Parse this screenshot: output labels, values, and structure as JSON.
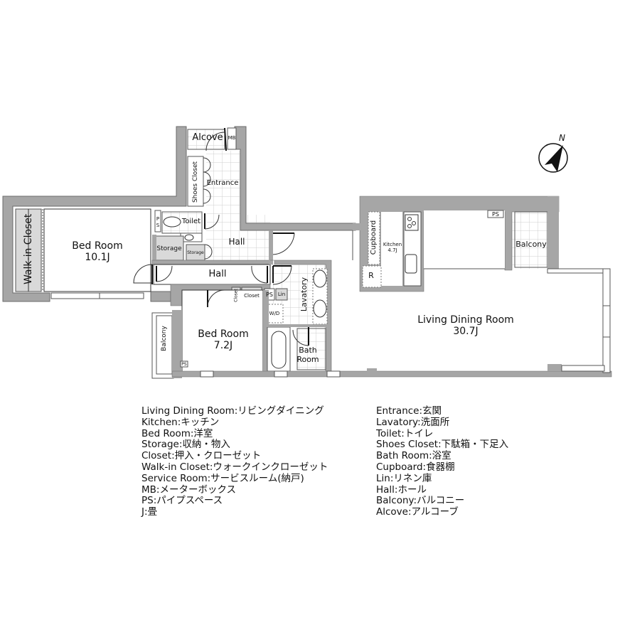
{
  "floor_plan": {
    "rooms": {
      "walk_in_closet": "Walk-in Closet",
      "bed_room_1": {
        "name": "Bed Room",
        "size": "10.1J"
      },
      "alcove": "Alcove",
      "mb": "MB",
      "shoes_closet": "Shoes Closet",
      "entrance": "Entrance",
      "ps_small": "P\nS",
      "toilet": "Toilet",
      "storage": "Storage",
      "storage_small": "Storage",
      "hall_upper": "Hall",
      "hall_lower": "Hall",
      "closet_small": "Closet",
      "closet": "Closet",
      "ps_lav": "PS",
      "lin": "Lin",
      "wd": "W/D",
      "lavatory": "Lavatory",
      "bed_room_2": {
        "name": "Bed Room",
        "size": "7.2J"
      },
      "balcony_left": "Balcony",
      "ps_balcony": "PS",
      "bath_room": "Bath\nRoom",
      "cupboard": "Cupboard",
      "kitchen": {
        "name": "Kitchen",
        "size": "4.7J"
      },
      "refrigerator": "R",
      "ps_right": "PS",
      "balcony_right": "Balcony",
      "living_dining": {
        "name": "Living Dining Room",
        "size": "30.7J"
      }
    },
    "compass": {
      "label": "N",
      "icon": "north-arrow-icon"
    },
    "colors": {
      "wall": "#a6a6a6",
      "wall_outline": "#6b6b6b",
      "closet_fill": "#d9d9d9",
      "tile_grid": "#cfcfcf",
      "ink": "#111111"
    }
  },
  "legend": {
    "left": [
      "Living Dining Room:リビングダイニング",
      "Kitchen:キッチン",
      "Bed Room:洋室",
      "Storage:収納・物入",
      "Closet:押入・クローゼット",
      "Walk-in Closet:ウォークインクローゼット",
      "Service Room:サービスルーム(納戸)",
      "MB:メーターボックス",
      "PS:パイプスペース",
      "J:畳"
    ],
    "right": [
      "Entrance:玄関",
      "Lavatory:洗面所",
      "Toilet:トイレ",
      "Shoes Closet:下駄箱・下足入",
      "Bath Room:浴室",
      "Cupboard:食器棚",
      "Lin:リネン庫",
      "Hall:ホール",
      "Balcony:バルコニー",
      "Alcove:アルコーブ"
    ]
  }
}
